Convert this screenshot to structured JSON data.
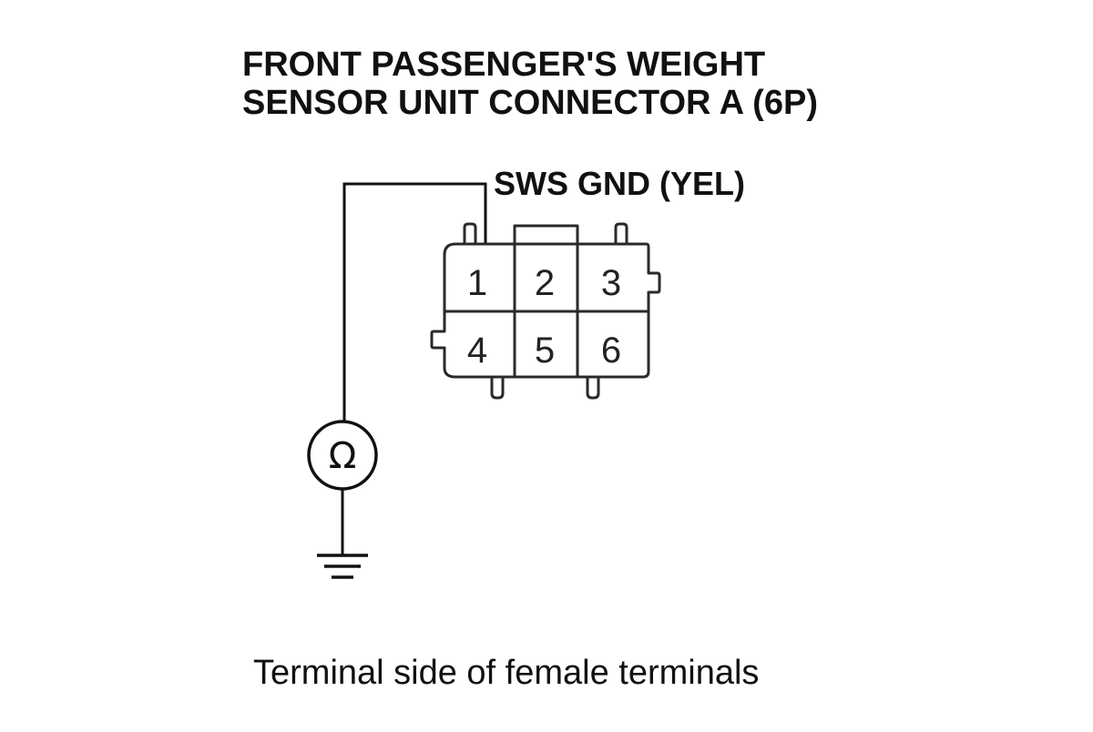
{
  "title": {
    "line1": "FRONT PASSENGER'S WEIGHT",
    "line2": "SENSOR UNIT CONNECTOR A (6P)"
  },
  "wire_label": "SWS GND (YEL)",
  "connector": {
    "pins_top": [
      "1",
      "2",
      "3"
    ],
    "pins_bottom": [
      "4",
      "5",
      "6"
    ]
  },
  "meter_symbol": "Ω",
  "icons": {
    "meter": "ohmmeter-icon",
    "ground": "ground-icon"
  },
  "caption": "Terminal side of female terminals"
}
